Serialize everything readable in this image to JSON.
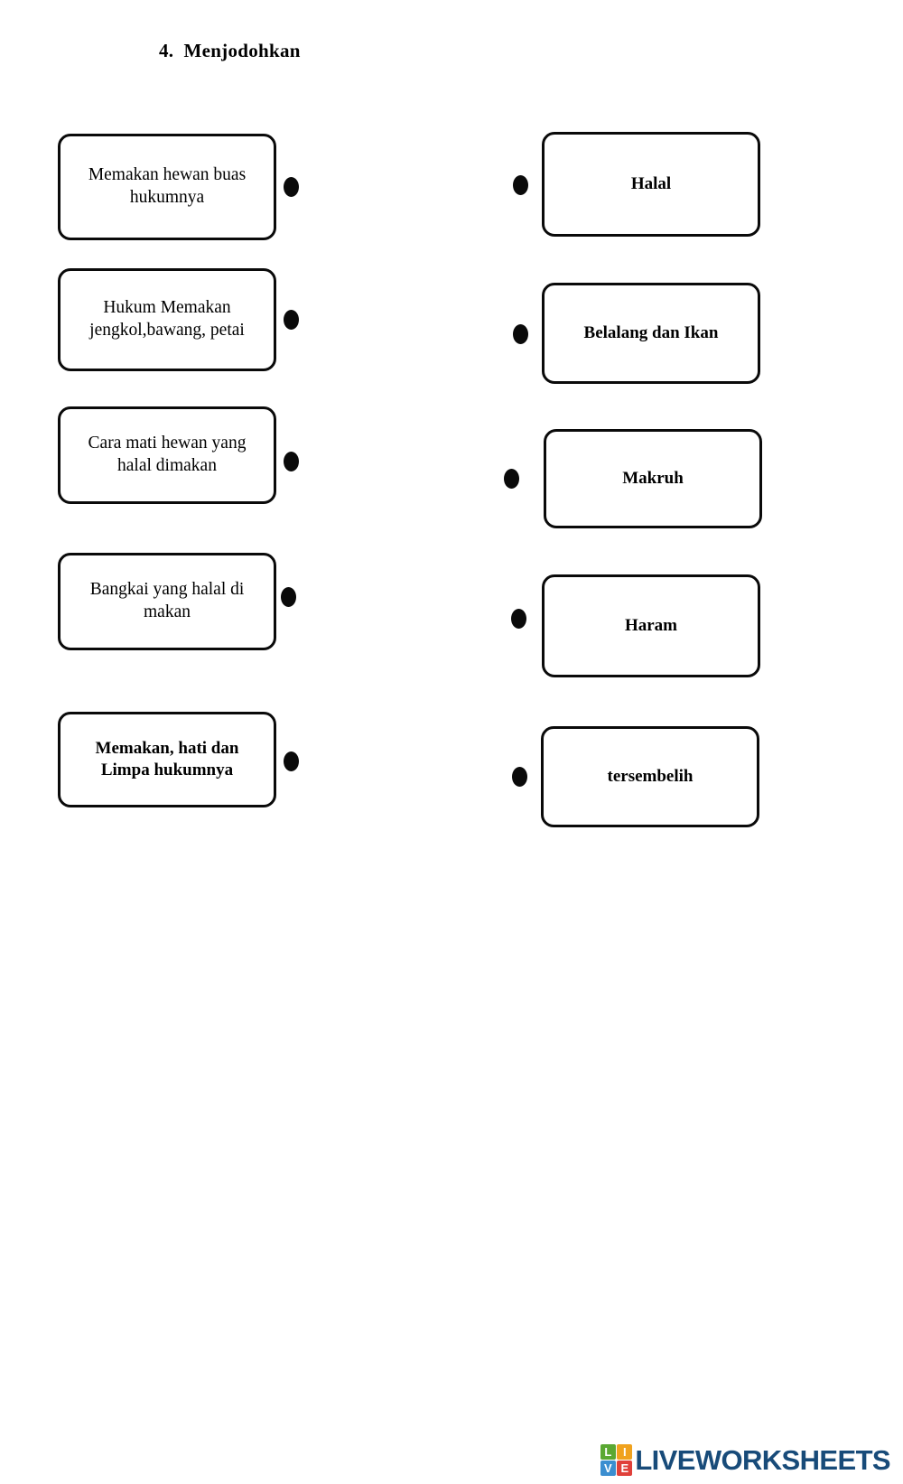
{
  "page": {
    "title": "4.  Menjodohkan",
    "background": "#ffffff",
    "ink": "#0a0a0a"
  },
  "matching": {
    "left_column": [
      {
        "id": "left-1",
        "text": "Memakan hewan buas hukumnya",
        "bold": false
      },
      {
        "id": "left-2",
        "text": "Hukum Memakan jengkol,bawang, petai",
        "bold": false
      },
      {
        "id": "left-3",
        "text": "Cara mati hewan yang halal dimakan",
        "bold": false
      },
      {
        "id": "left-4",
        "text": "Bangkai yang halal di makan",
        "bold": false
      },
      {
        "id": "left-5",
        "text": "Memakan, hati dan Limpa hukumnya",
        "bold": true
      }
    ],
    "right_column": [
      {
        "id": "right-1",
        "text": "Halal",
        "bold": true
      },
      {
        "id": "right-2",
        "text": "Belalang dan Ikan",
        "bold": true
      },
      {
        "id": "right-3",
        "text": "Makruh",
        "bold": true
      },
      {
        "id": "right-4",
        "text": "Haram",
        "bold": true
      },
      {
        "id": "right-5",
        "text": "tersembelih",
        "bold": true
      }
    ],
    "connector_dot": "filled-ellipse",
    "connections": []
  },
  "footer": {
    "logo": {
      "mark_letters": [
        "L",
        "I",
        "V",
        "E"
      ],
      "mark_colors": [
        "#5aa832",
        "#f0a21e",
        "#3b8ed0",
        "#e0403a"
      ],
      "wordmark": "LIVEWORKSHEETS",
      "wordmark_color": "#184b79"
    }
  }
}
